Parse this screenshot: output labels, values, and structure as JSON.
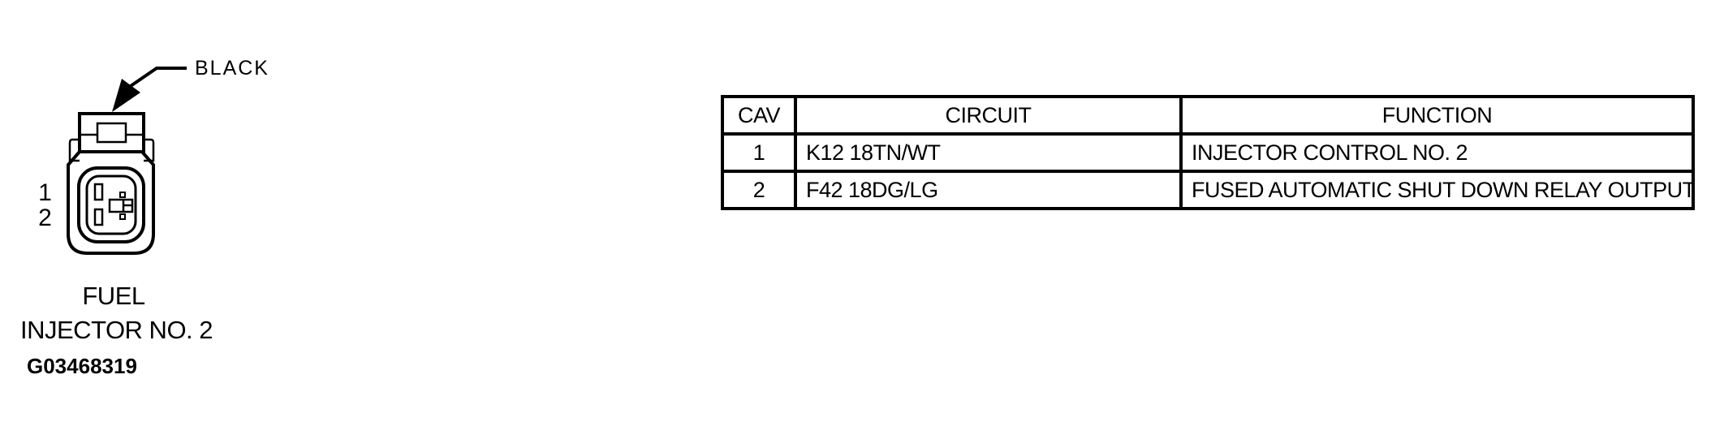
{
  "diagram": {
    "color_callout": "BLACK",
    "pin_labels": {
      "pin1": "1",
      "pin2": "2"
    },
    "caption": {
      "line1": "FUEL",
      "line2": "INJECTOR NO. 2"
    },
    "figure_id": "G03468319"
  },
  "table": {
    "headers": {
      "cav": "CAV",
      "circuit": "CIRCUIT",
      "function": "FUNCTION"
    },
    "rows": [
      {
        "cav": "1",
        "circuit": "K12 18TN/WT",
        "function": "INJECTOR CONTROL NO. 2"
      },
      {
        "cav": "2",
        "circuit": "F42 18DG/LG",
        "function": "FUSED AUTOMATIC SHUT DOWN RELAY OUTPUT"
      }
    ]
  },
  "colors": {
    "ink": "#000000",
    "background": "#ffffff"
  }
}
